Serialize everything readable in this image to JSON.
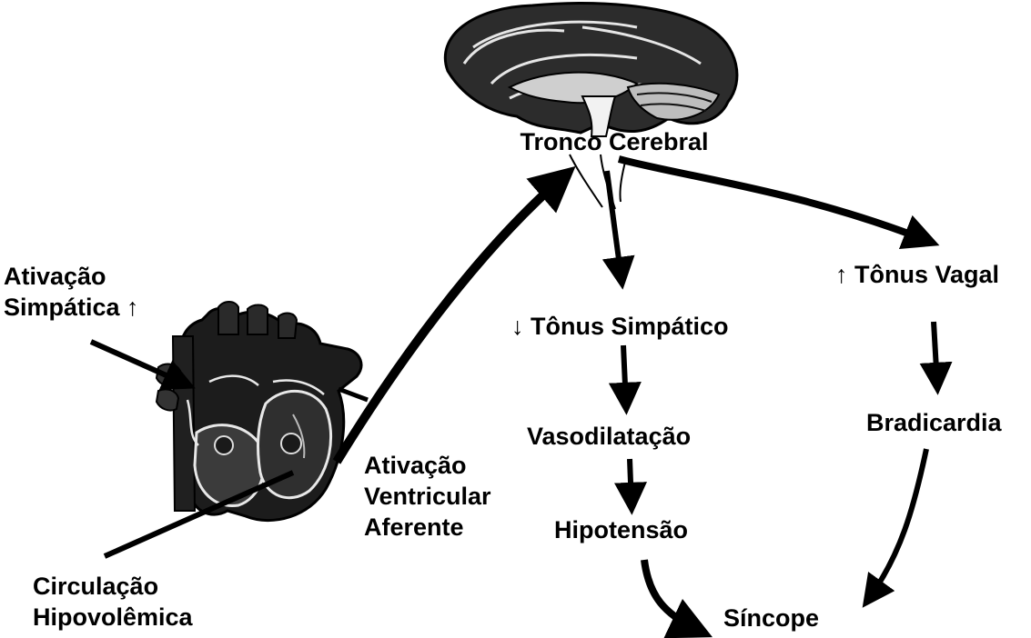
{
  "diagram": {
    "brain_label": "Tronco Cerebral",
    "heart_inputs": {
      "sympathetic": [
        "Ativação",
        "Simpática ↑"
      ],
      "circulation": [
        "Circulação",
        "Hipovolêmica"
      ],
      "afferent": [
        "Ativação",
        "Ventricular",
        "Aferente"
      ]
    },
    "sympathetic_branch": {
      "tone": "↓ Tônus Simpático",
      "vasodilation": "Vasodilatação",
      "hypotension": "Hipotensão"
    },
    "vagal_branch": {
      "tone": "↑ Tônus Vagal",
      "bradycardia": "Bradicardia"
    },
    "outcome": "Síncope"
  },
  "colors": {
    "ink": "#000000",
    "background": "#ffffff"
  },
  "icons": [
    "brain-illustration",
    "heart-illustration"
  ]
}
